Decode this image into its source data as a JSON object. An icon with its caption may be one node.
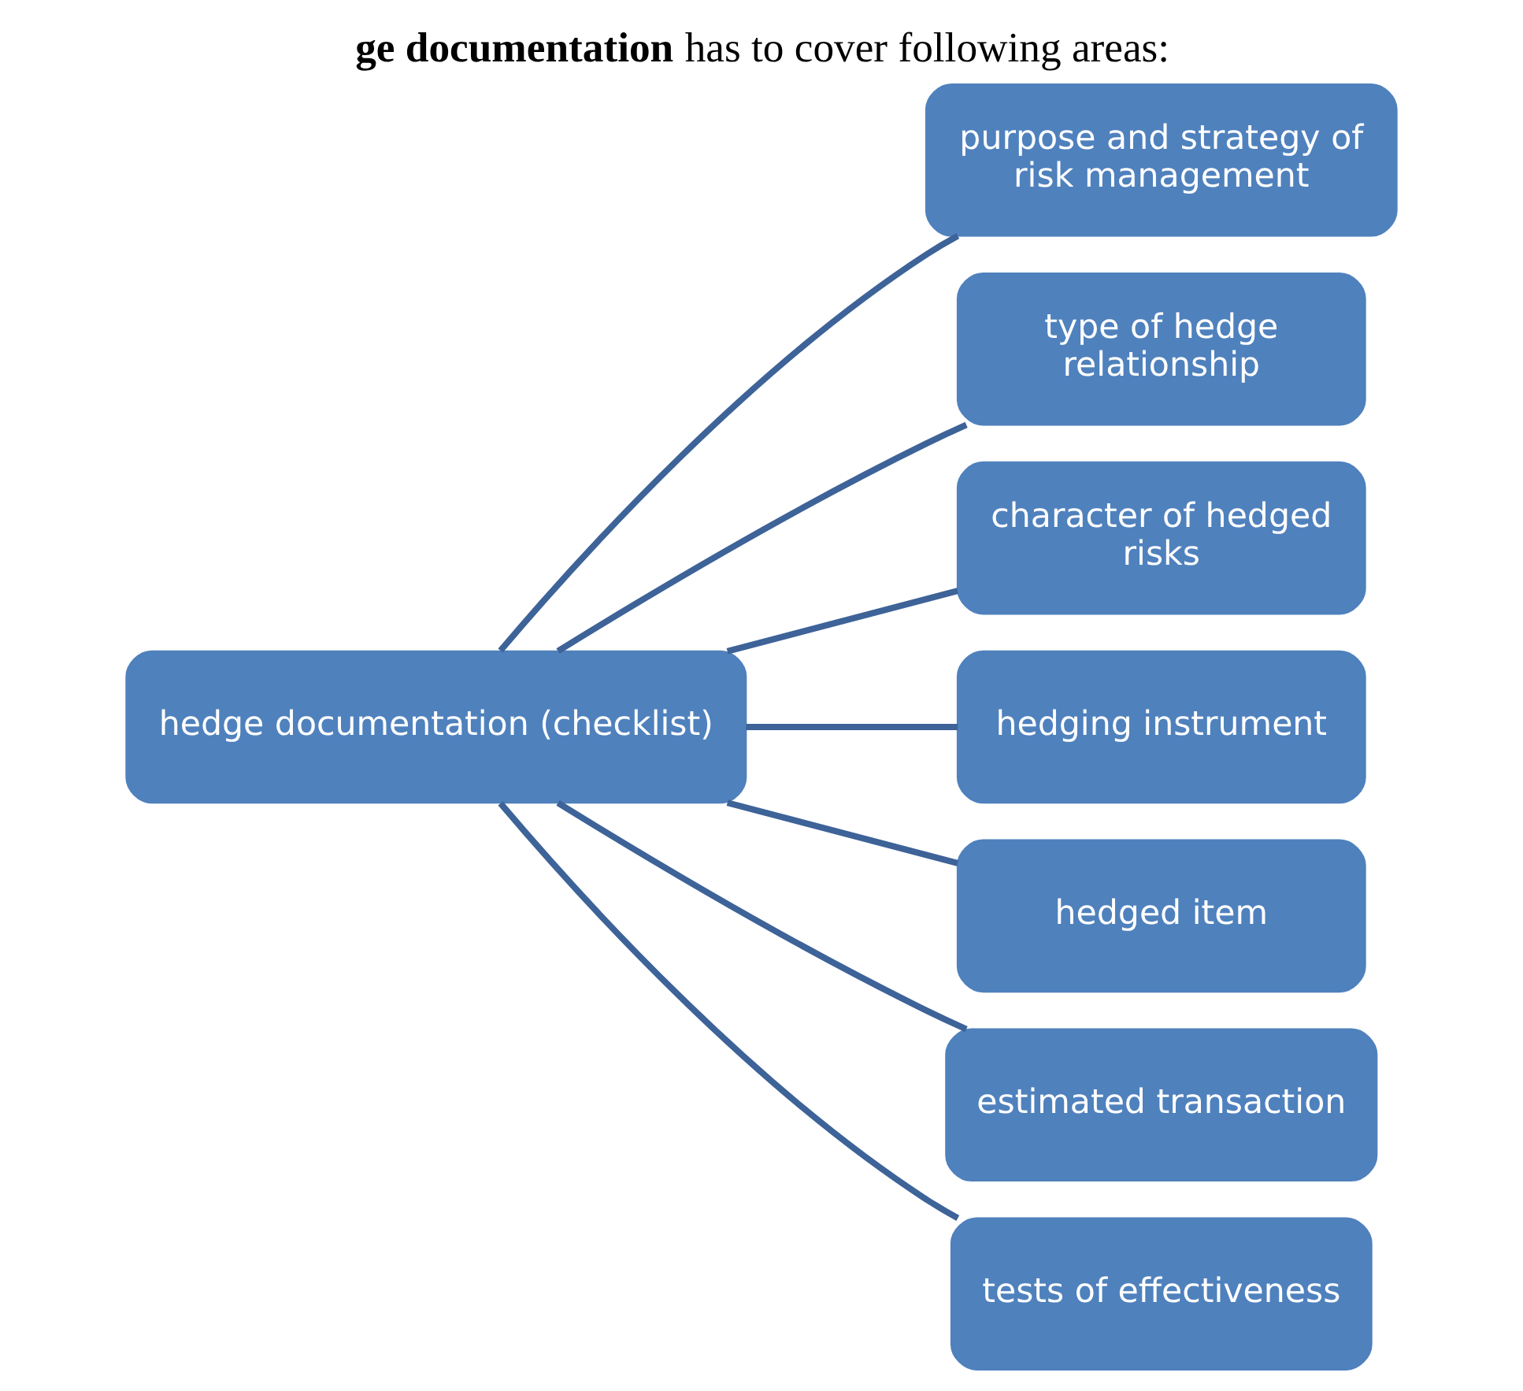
{
  "diagram": {
    "title": "**ge documentation** has to cover following areas:",
    "nodes": [
      {
        "text": [
          "hedge documentation (checklist)"
        ]
      },
      {
        "text": [
          "purpose and strategy of risk management"
        ]
      },
      {
        "text": [
          "type of hedge relationship"
        ]
      },
      {
        "text": [
          "character of hedged risks"
        ]
      },
      {
        "text": [
          "hedging instrument"
        ]
      },
      {
        "text": [
          "hedged item"
        ]
      },
      {
        "text": [
          "estimated transaction"
        ]
      },
      {
        "text": [
          "tests of effectiveness"
        ]
      }
    ],
    "edges": [
      {
        "from": 0,
        "to": 1,
        "arrow": "none"
      },
      {
        "from": 0,
        "to": 2,
        "arrow": "none"
      },
      {
        "from": 0,
        "to": 3,
        "arrow": "none"
      },
      {
        "from": 0,
        "to": 4,
        "arrow": "none"
      },
      {
        "from": 0,
        "to": 5,
        "arrow": "none"
      },
      {
        "from": 0,
        "to": 6,
        "arrow": "none"
      },
      {
        "from": 0,
        "to": 7,
        "arrow": "none"
      }
    ]
  }
}
